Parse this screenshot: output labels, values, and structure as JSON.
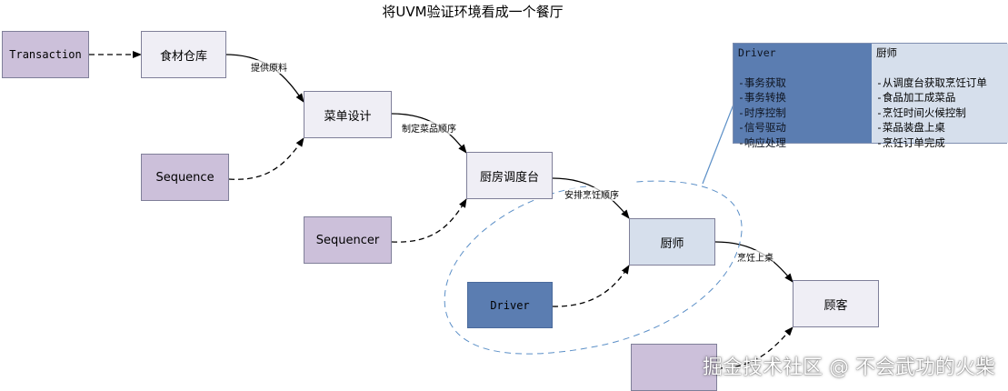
{
  "title": "将UVM验证环境看成一个餐厅",
  "nodes": {
    "transaction": "Transaction",
    "ingredient_store": "食材仓库",
    "menu_design": "菜单设计",
    "sequence": "Sequence",
    "kitchen_dispatch": "厨房调度台",
    "sequencer": "Sequencer",
    "chef": "厨师",
    "driver": "Driver",
    "customer": "顾客"
  },
  "edge_labels": {
    "supply_materials": "提供原料",
    "define_order": "制定菜品顺序",
    "arrange_cooking": "安排烹饪顺序",
    "cook_serve": "烹饪上桌"
  },
  "info_table": {
    "left_header": "Driver",
    "right_header": "厨师",
    "left_items": [
      "-事务获取",
      "-事务转换",
      "-时序控制",
      "-信号驱动",
      "-响应处理"
    ],
    "right_items": [
      "-从调度台获取烹饪订单",
      "-食品加工成菜品",
      "-烹饪时间火候控制",
      "-菜品装盘上桌",
      "-烹饪订单完成"
    ]
  },
  "watermark": "掘金技术社区 @ 不会武功的火柴",
  "colors": {
    "light_box": "#efeef5",
    "purple_box": "#ccc0da",
    "driver_blue": "#5b7db1",
    "chef_lightblue": "#d6dfec",
    "ellipse_dash": "#5b8fc7"
  }
}
